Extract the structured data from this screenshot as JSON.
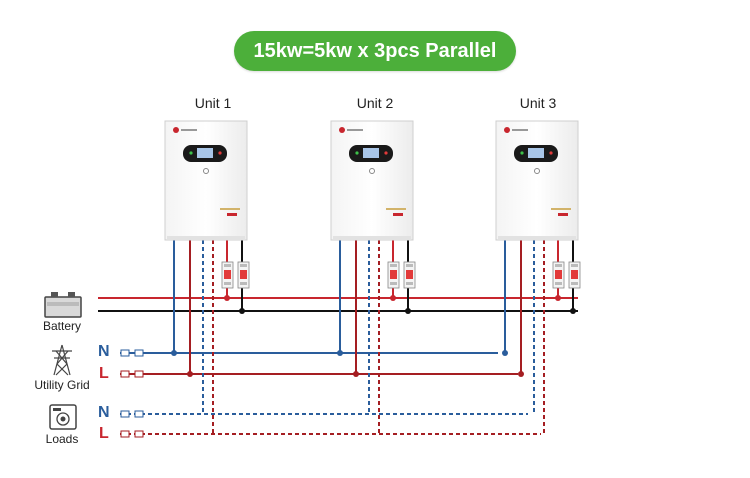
{
  "title": "15kw=5kw x 3pcs Parallel",
  "units": [
    {
      "label": "Unit 1"
    },
    {
      "label": "Unit 2"
    },
    {
      "label": "Unit 3"
    }
  ],
  "left_labels": {
    "battery": "Battery",
    "utility_grid": "Utility Grid",
    "loads": "Loads"
  },
  "wire_letters": {
    "grid_n": "N",
    "grid_l": "L",
    "loads_n": "N",
    "loads_l": "L"
  },
  "icons": [
    "battery-icon",
    "utility-pylon-icon",
    "loads-icon",
    "inverter-brand-logo",
    "ce-mark-icon"
  ],
  "colors": {
    "title_bg": "#4caf3a",
    "positive_red": "#c8262e",
    "negative_black": "#111111",
    "neutral_blue": "#2a5d9c",
    "line_dark_red": "#a51e22",
    "breaker_red": "#e23a3a"
  }
}
